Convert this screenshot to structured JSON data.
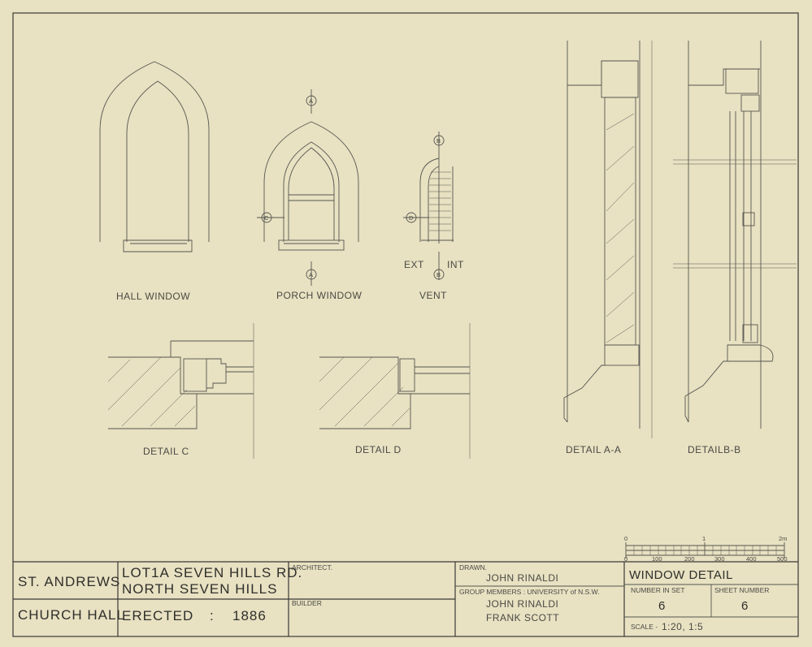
{
  "drawings": {
    "hall_window": "HALL WINDOW",
    "porch_window": "PORCH WINDOW",
    "vent": "VENT",
    "detail_c": "DETAIL C",
    "detail_d": "DETAIL D",
    "detail_aa": "DETAIL A-A",
    "detail_bb": "DETAILB-B",
    "ext": "EXT",
    "int": "INT",
    "markers": {
      "a": "A",
      "b": "B",
      "c": "C",
      "d": "D"
    }
  },
  "scale_bar": {
    "top_labels": [
      "0",
      "1",
      "2m"
    ],
    "bottom_labels": [
      "0",
      "100",
      "200",
      "300",
      "400",
      "500"
    ]
  },
  "title_block": {
    "project_line1": "ST. ANDREWS",
    "project_line2": "CHURCH HALL",
    "address_line1": "LOT1A SEVEN HILLS RD.",
    "address_line2": "NORTH SEVEN HILLS",
    "erected_label": "ERECTED",
    "erected_sep": ":",
    "erected_year": "1886",
    "architect_label": "ARCHITECT.",
    "builder_label": "BUILDER",
    "drawn_label": "DRAWN.",
    "drawn_by": "JOHN RINALDI",
    "group_label": "GROUP MEMBERS : UNIVERSITY of N.S.W.",
    "group_members": [
      "JOHN RINALDI",
      "FRANK SCOTT"
    ],
    "sheet_title": "WINDOW DETAIL",
    "number_in_set_label": "NUMBER IN SET",
    "number_in_set": "6",
    "sheet_number_label": "SHEET NUMBER",
    "sheet_number": "6",
    "scale_label": "SCALE -",
    "scale_value": "1:20, 1:5"
  }
}
